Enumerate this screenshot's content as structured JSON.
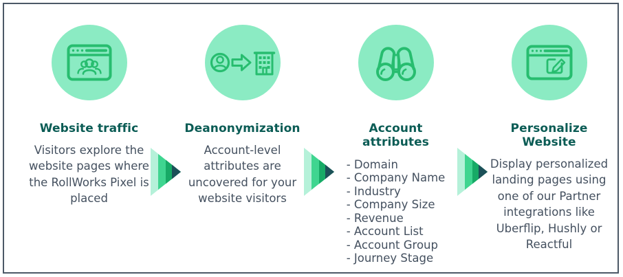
{
  "colors": {
    "circle_bg": "#8BEBC3",
    "accent": "#27BD6F",
    "title": "#0B5C55",
    "body": "#44505F",
    "frame": "#4C5866",
    "arrow_1": "#B5F1D9",
    "arrow_2": "#3FD590",
    "arrow_3": "#17AA66",
    "arrow_4": "#1C5058"
  },
  "steps": [
    {
      "icon": "browser-with-visitors",
      "title": "Website traffic",
      "description": "Visitors explore the website pages where the RollWorks Pixel is placed"
    },
    {
      "icon": "person-arrow-to-company",
      "title": "Deanonymization",
      "description": "Account-level attributes are uncovered for your website visitors"
    },
    {
      "icon": "binoculars",
      "title": "Account attributes",
      "list": [
        "- Domain",
        "- Company Name",
        "- Industry",
        "- Company Size",
        "- Revenue",
        "- Account List",
        "- Account Group",
        "- Journey Stage"
      ]
    },
    {
      "icon": "browser-with-edit",
      "title": "Personalize Website",
      "description": "Display personalized landing pages using one of our Partner integrations like Uberflip, Hushly or Reactful"
    }
  ]
}
